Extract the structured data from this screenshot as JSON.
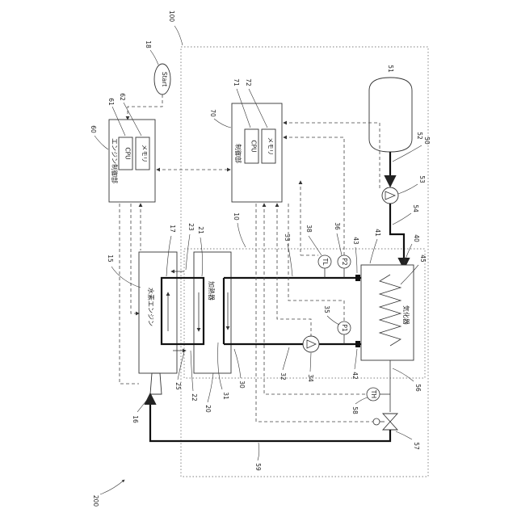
{
  "figure_number": "200",
  "labels": {
    "engine_controller": "エンジン制御部",
    "controller": "制御部",
    "cpu": "CPU",
    "memory": "メモリ",
    "hydrogen_engine": "水素エンジン",
    "heater": "加熱器",
    "vaporizer": "気化器",
    "start": "Start",
    "sensor_tl": "TL",
    "sensor_p2": "P2",
    "sensor_p1": "P1",
    "sensor_th": "TH"
  },
  "refs": {
    "r100": "100",
    "r18": "18",
    "r51": "51",
    "r61": "61",
    "r62": "62",
    "r60": "60",
    "r71": "71",
    "r72": "72",
    "r70": "70",
    "r52": "52",
    "r50": "50",
    "r53": "53",
    "r54": "54",
    "r10": "10",
    "r17": "17",
    "r23": "23",
    "r21": "21",
    "r15": "15",
    "r33": "33",
    "r38": "38",
    "r36": "36",
    "r43": "43",
    "r41": "41",
    "r40": "40",
    "r45": "45",
    "r35": "35",
    "r25": "25",
    "r22": "22",
    "r20": "20",
    "r31": "31",
    "r30": "30",
    "r32": "32",
    "r34": "34",
    "r42": "42",
    "r56": "56",
    "r16": "16",
    "r58": "58",
    "r57": "57",
    "r59": "59",
    "r200": "200"
  }
}
